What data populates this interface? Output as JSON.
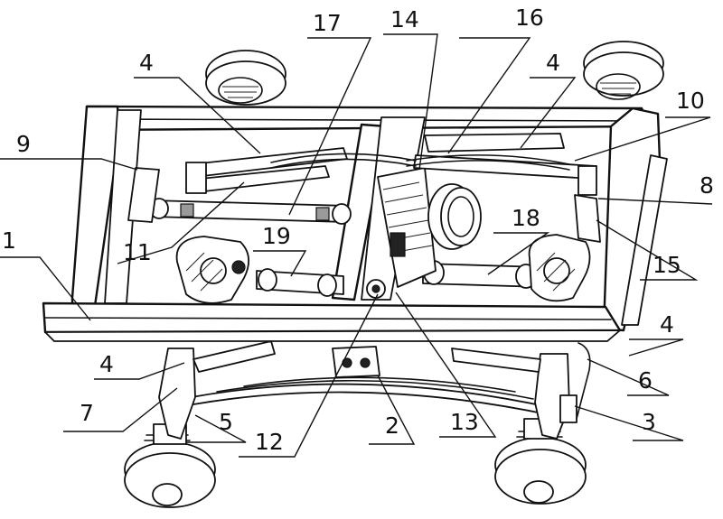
{
  "callouts": [
    {
      "id": "c1",
      "text": "1"
    },
    {
      "id": "c2",
      "text": "2"
    },
    {
      "id": "c3",
      "text": "3"
    },
    {
      "id": "c4a",
      "text": "4"
    },
    {
      "id": "c4b",
      "text": "4"
    },
    {
      "id": "c4c",
      "text": "4"
    },
    {
      "id": "c4d",
      "text": "4"
    },
    {
      "id": "c5",
      "text": "5"
    },
    {
      "id": "c6",
      "text": "6"
    },
    {
      "id": "c7",
      "text": "7"
    },
    {
      "id": "c8",
      "text": "8"
    },
    {
      "id": "c9",
      "text": "9"
    },
    {
      "id": "c10",
      "text": "10"
    },
    {
      "id": "c11",
      "text": "11"
    },
    {
      "id": "c12",
      "text": "12"
    },
    {
      "id": "c13",
      "text": "13"
    },
    {
      "id": "c14",
      "text": "14"
    },
    {
      "id": "c15",
      "text": "15"
    },
    {
      "id": "c16",
      "text": "16"
    },
    {
      "id": "c17",
      "text": "17"
    },
    {
      "id": "c18",
      "text": "18"
    },
    {
      "id": "c19",
      "text": "19"
    }
  ]
}
